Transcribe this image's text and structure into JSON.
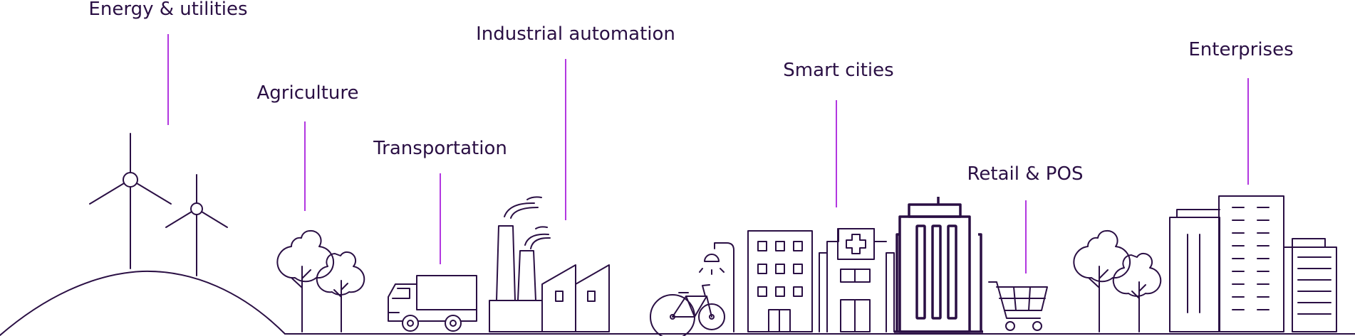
{
  "categories": {
    "energy": "Energy & utilities",
    "agriculture": "Agriculture",
    "transportation": "Transportation",
    "industrial": "Industrial automation",
    "smart_cities": "Smart cities",
    "retail": "Retail & POS",
    "enterprises": "Enterprises"
  },
  "colors": {
    "line": "#2a0f44",
    "callout": "#b237e0",
    "text": "#2a0f44",
    "background": "#ffffff"
  }
}
